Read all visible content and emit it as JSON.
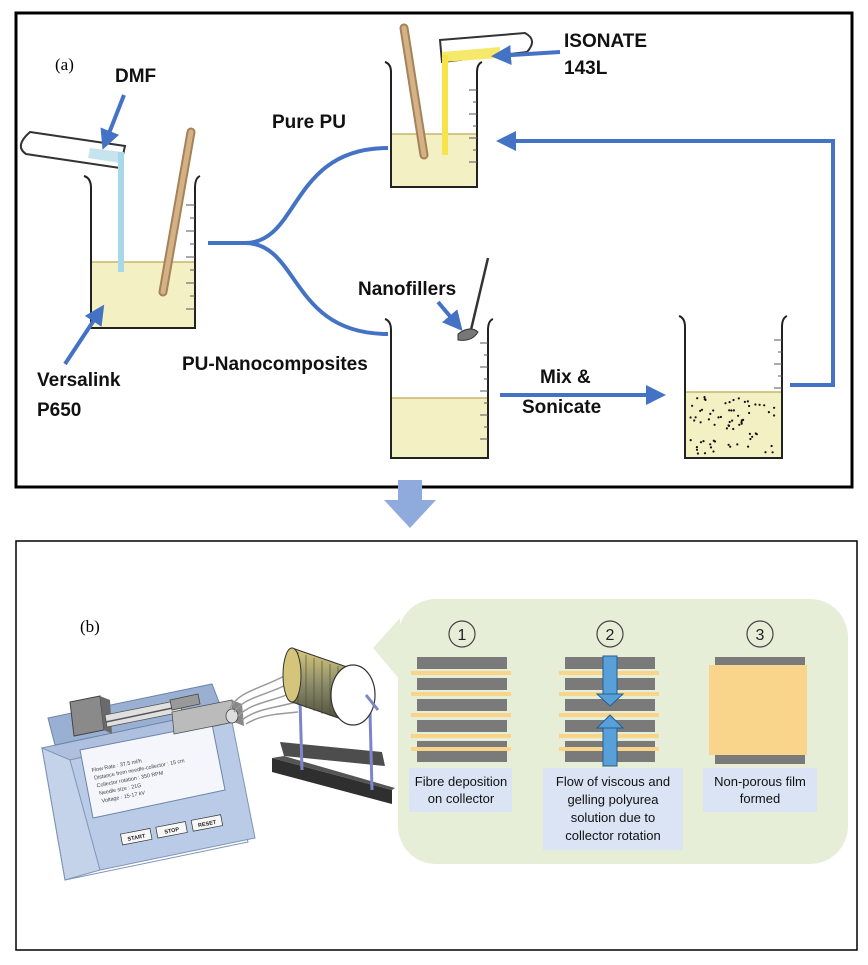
{
  "panel_a": {
    "label": "(a)",
    "dmf": "DMF",
    "isonate_line1": "ISONATE",
    "isonate_line2": "143L",
    "pure_pu": "Pure PU",
    "nanofillers": "Nanofillers",
    "pu_nano": "PU-Nanocomposites",
    "versalink_line1": "Versalink",
    "versalink_line2": "P650",
    "mix_line1": "Mix &",
    "mix_line2": "Sonicate"
  },
  "panel_b": {
    "label": "(b)",
    "pump_screen": [
      "Flow Rate : 37.5 ml/h",
      "Distance from needle-collector : 15 cm",
      "Collector rotation : 350 RPM",
      "Needle size : 21G",
      "Voltage : 15-17 kV"
    ],
    "buttons": [
      "START",
      "STOP",
      "RESET"
    ],
    "steps": [
      {
        "num": "1",
        "caption": [
          "Fibre deposition",
          "on collector"
        ]
      },
      {
        "num": "2",
        "caption": [
          "Flow of viscous and",
          "gelling polyurea",
          "solution due to",
          "collector rotation"
        ]
      },
      {
        "num": "3",
        "caption": [
          "Non-porous film",
          "formed"
        ]
      }
    ]
  },
  "colors": {
    "blue_arrow": "#4472c4",
    "liquid": "#f3f0c3",
    "fibre": "#f8d58b",
    "layer": "#7a7a7a",
    "callout": "#e6eed8",
    "caption_bg": "#dbe4f4"
  }
}
